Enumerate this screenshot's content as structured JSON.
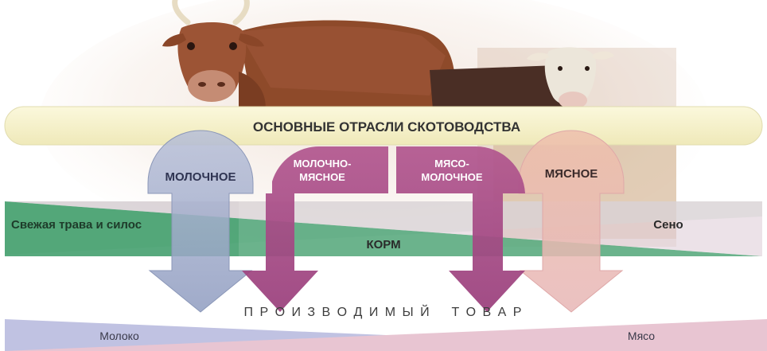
{
  "header": {
    "title": "ОСНОВНЫЕ ОТРАСЛИ СКОТОВОДСТВА"
  },
  "branches": [
    {
      "line1": "МОЛОЧНОЕ",
      "line2": ""
    },
    {
      "line1": "МОЛОЧНО-",
      "line2": "МЯСНОЕ"
    },
    {
      "line1": "МЯСО-",
      "line2": "МОЛОЧНОЕ"
    },
    {
      "line1": "МЯСНОЕ",
      "line2": ""
    }
  ],
  "feed": {
    "title": "КОРМ",
    "left_label": "Свежая трава и силос",
    "right_label": "Сено"
  },
  "product": {
    "title": "П Р О И З В О Д И М Ы Й    Т О В А Р",
    "left_label": "Молоко",
    "right_label": "Мясо"
  },
  "colors": {
    "dairy": "#9aa6c6",
    "dairy_meat": "#a64c86",
    "meat_dairy": "#a64c86",
    "meat": "#e6b29e",
    "grass_band": "#3a9a66",
    "hay_band": "#d9c3cf",
    "milk_band": "#c0c2e2",
    "meat_band": "#e8c5d2",
    "header_fill": "#f6f2cc"
  }
}
